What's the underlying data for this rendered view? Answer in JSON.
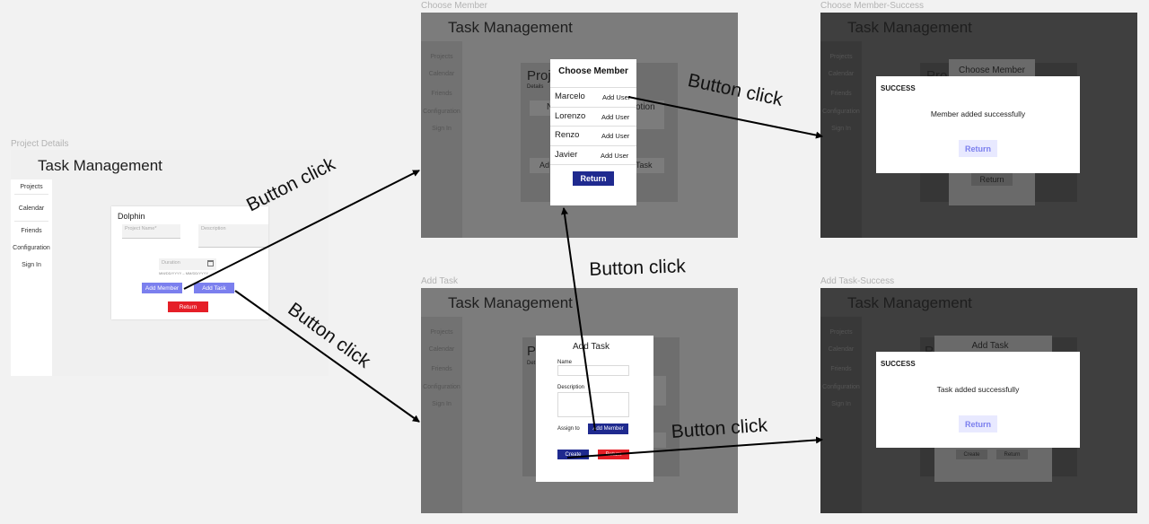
{
  "frames": {
    "project_details": {
      "label": "Project Details",
      "app_title": "Task Management",
      "sidebar": [
        "Projects",
        "Calendar",
        "Friends",
        "Configuration",
        "Sign In"
      ],
      "project_name": "Dolphin",
      "name_placeholder": "Project Name*",
      "description_placeholder": "Description",
      "duration_placeholder": "Duration",
      "date_format": "MM/DD/YYYY – MM/DD/YYYY",
      "add_member": "Add Member",
      "add_task": "Add Task",
      "return": "Return"
    },
    "choose_member": {
      "label": "Choose Member",
      "app_title": "Task Management",
      "sidebar": [
        "Projects",
        "Calendar",
        "Friends",
        "Configuration",
        "Sign In"
      ],
      "bg_heading": "Proje",
      "bg_sub": "Details",
      "bg_n": "N",
      "bg_option": "otion",
      "bg_ad": "Ad",
      "bg_task": "Task",
      "modal_title": "Choose Member",
      "members": [
        {
          "name": "Marcelo",
          "action": "Add User"
        },
        {
          "name": "Lorenzo",
          "action": "Add User"
        },
        {
          "name": "Renzo",
          "action": "Add User"
        },
        {
          "name": "Javier",
          "action": "Add User"
        }
      ],
      "return": "Return"
    },
    "choose_member_success": {
      "label": "Choose Member-Success",
      "app_title": "Task Management",
      "sidebar": [
        "Projects",
        "Calendar",
        "Friends",
        "Configuration",
        "Sign In"
      ],
      "bg_modal_title": "Choose Member",
      "bg_heading": "Pro",
      "bg_return": "Return",
      "heading": "SUCCESS",
      "message": "Member added successfully",
      "return": "Return"
    },
    "add_task": {
      "label": "Add Task",
      "app_title": "Task Management",
      "sidebar": [
        "Projects",
        "Calendar",
        "Friends",
        "Configuration",
        "Sign In"
      ],
      "bg_heading": "P",
      "bg_sub": "Det",
      "modal_title": "Add Task",
      "name_label": "Name",
      "description_label": "Description",
      "assign_label": "Assign to",
      "add_member": "Add Member",
      "create": "Create",
      "return": "Return"
    },
    "add_task_success": {
      "label": "Add Task-Success",
      "app_title": "Task Management",
      "sidebar": [
        "Projects",
        "Calendar",
        "Friends",
        "Configuration",
        "Sign In"
      ],
      "bg_modal_title": "Add Task",
      "bg_heading": "Pro",
      "bg_create": "Create",
      "bg_return": "Return",
      "heading": "SUCCESS",
      "message": "Task added successfully",
      "return": "Return"
    }
  },
  "annotations": [
    "Button click",
    "Button click",
    "Button click",
    "Button click",
    "Button click"
  ],
  "colors": {
    "primary": "#7b7fee",
    "dark_primary": "#1f2a8f",
    "danger": "#e51f27",
    "overlay": "#7a7a7a",
    "overlay_dark": "#3d3d3d"
  }
}
